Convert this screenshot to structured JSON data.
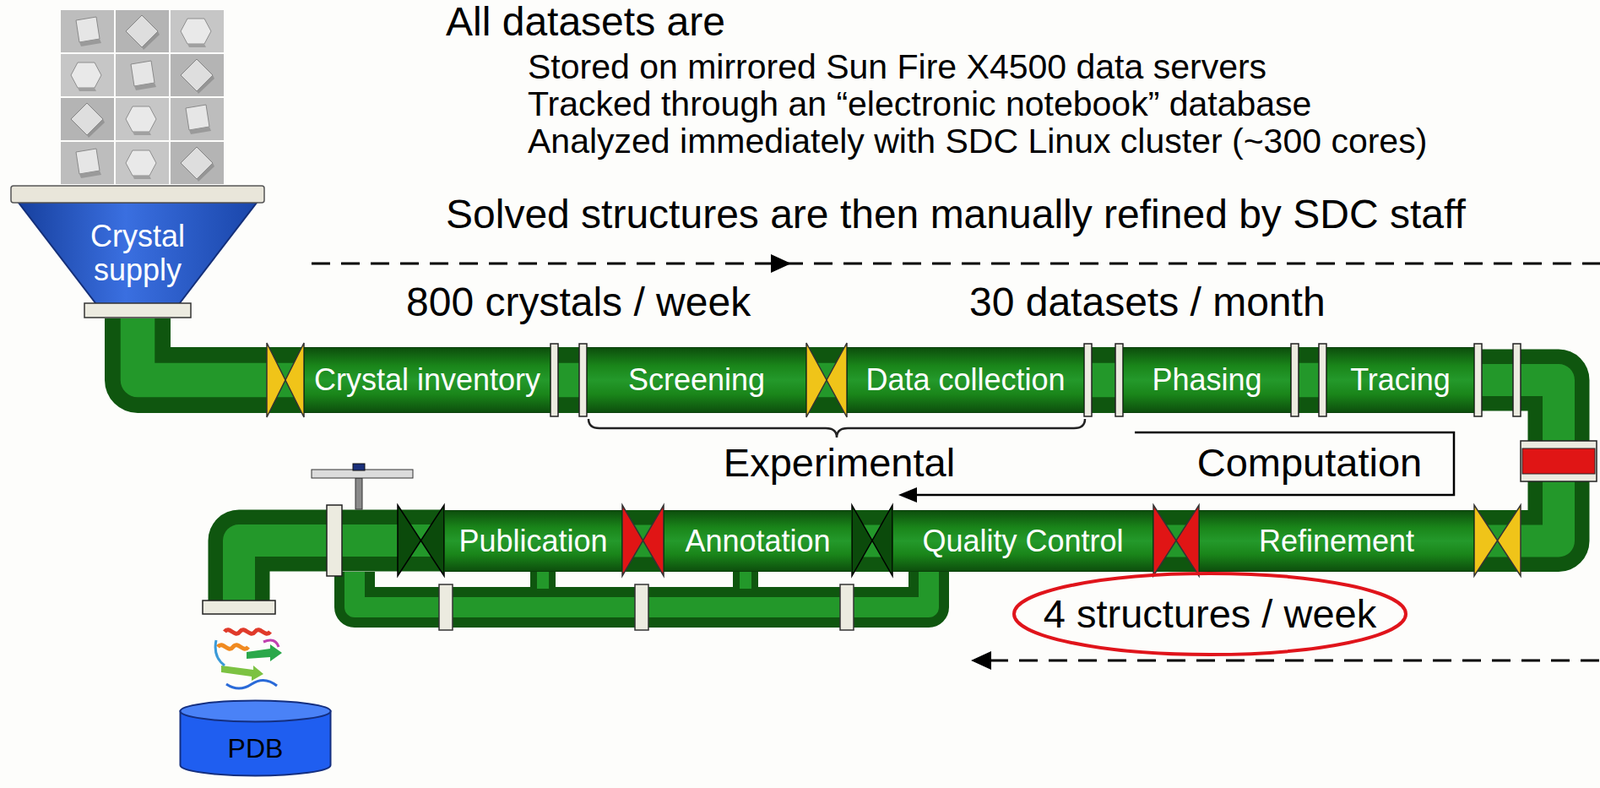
{
  "diagram": {
    "nodes": [
      {
        "text": [
          "Crystal supply"
        ]
      },
      {
        "text": [
          "Crystal inventory"
        ]
      },
      {
        "text": [
          "Screening"
        ]
      },
      {
        "text": [
          "Data collection"
        ]
      },
      {
        "text": [
          "Phasing"
        ]
      },
      {
        "text": [
          "Tracing"
        ]
      },
      {
        "text": [
          "Refinement"
        ]
      },
      {
        "text": [
          "Quality Control"
        ]
      },
      {
        "text": [
          "Annotation"
        ]
      },
      {
        "text": [
          "Publication"
        ]
      },
      {
        "text": [
          "PDB"
        ]
      }
    ],
    "edges": [
      {
        "from": 0,
        "to": 1,
        "arrow": "none"
      },
      {
        "from": 1,
        "to": 2,
        "arrow": "none"
      },
      {
        "from": 2,
        "to": 3,
        "arrow": "none"
      },
      {
        "from": 3,
        "to": 4,
        "arrow": "none"
      },
      {
        "from": 4,
        "to": 5,
        "arrow": "none"
      },
      {
        "from": 5,
        "to": 6,
        "arrow": "none"
      },
      {
        "from": 6,
        "to": 7,
        "arrow": "none"
      },
      {
        "from": 7,
        "to": 8,
        "arrow": "none"
      },
      {
        "from": 8,
        "to": 9,
        "arrow": "none"
      }
    ],
    "labels": [
      "All datasets are",
      "Stored on mirrored Sun Fire X4500 data servers",
      "Tracked through an “electronic notebook” database",
      "Analyzed immediately with SDC Linux cluster (~300 cores)",
      "Solved structures are then manually refined by SDC staff",
      "800 crystals / week",
      "30 datasets / month",
      "Experimental",
      "Computation",
      "4 structures / week"
    ]
  }
}
